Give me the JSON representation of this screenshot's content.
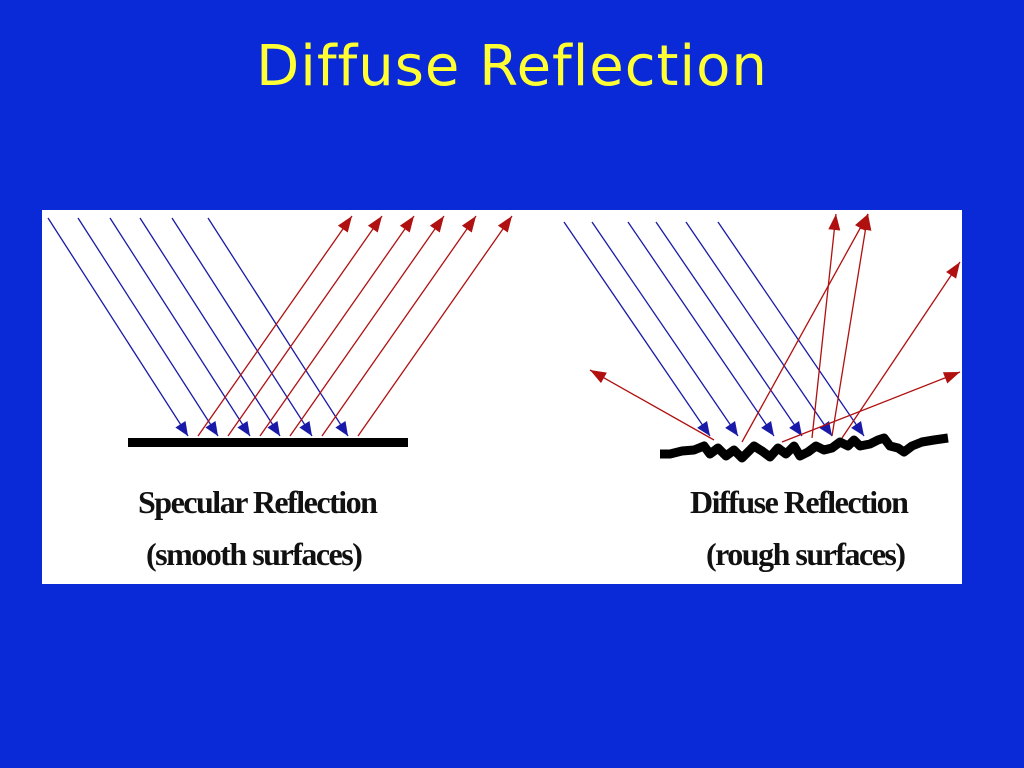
{
  "slide": {
    "title": "Diffuse Reflection"
  },
  "figure": {
    "specular": {
      "caption_line1": "Specular Reflection",
      "caption_line2": "(smooth surfaces)"
    },
    "diffuse": {
      "caption_line1": "Diffuse Reflection",
      "caption_line2": "(rough surfaces)"
    }
  },
  "colors": {
    "background": "#0a2ad8",
    "title": "#ffff33",
    "incident_ray": "#1a1aa8",
    "reflected_ray": "#b01010",
    "surface": "#000000",
    "panel": "#ffffff"
  }
}
